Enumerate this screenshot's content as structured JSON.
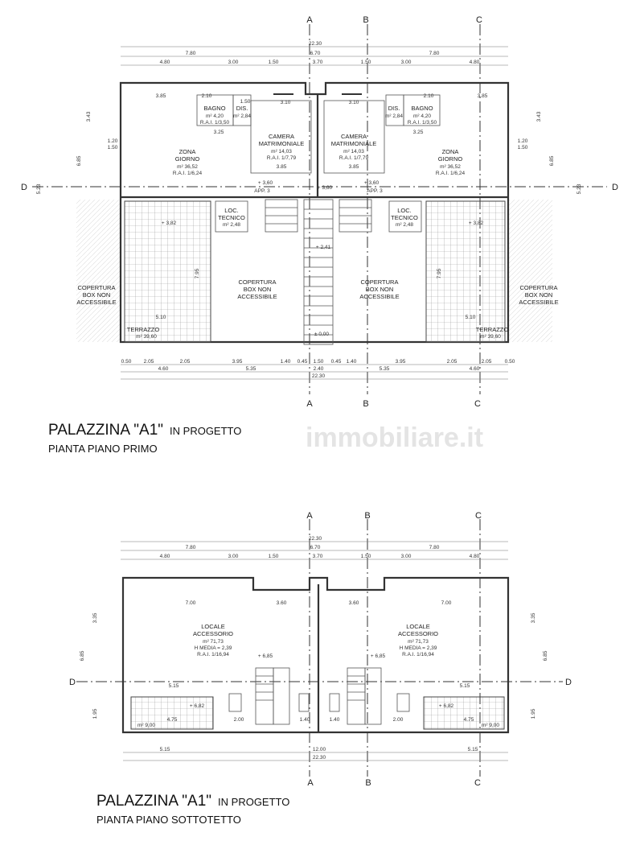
{
  "section_markers": {
    "a": "A",
    "b": "B",
    "c": "C",
    "d": "D"
  },
  "watermark": "immobiliare.it",
  "plan_first": {
    "title": "PALAZZINA \"A1\"",
    "title_suffix": "IN PROGETTO",
    "subtitle": "PIANTA PIANO PRIMO",
    "dims_top": {
      "total": "22.30",
      "center": "6.70",
      "left_half": "7.80",
      "right_half": "7.80",
      "row": [
        "4.80",
        "3.00",
        "1.50",
        "3.70",
        "1.50",
        "3.00",
        "4.80"
      ]
    },
    "dims_bottom": {
      "row1": [
        "0.50",
        "2.05",
        "2.05",
        "3.95",
        "1.40",
        "0.45",
        "1.50",
        "0.45",
        "1.40",
        "3.95",
        "2.05",
        "2.05",
        "0.50"
      ],
      "row2": [
        "4.60",
        "5.35",
        "2.40",
        "5.35",
        "4.60"
      ],
      "total": "22.30"
    },
    "rooms": {
      "bagno": {
        "name": "BAGNO",
        "area": "m² 4,20",
        "rai": "R.A.I. 1/3,50"
      },
      "dis": {
        "name": "DIS.",
        "area": "m² 2,84"
      },
      "camera": {
        "name1": "CAMERA",
        "name2": "MATRIMONIALE",
        "area": "m² 14,03",
        "rai": "R.A.I. 1/7,79"
      },
      "zona": {
        "name1": "ZONA",
        "name2": "GIORNO",
        "area": "m² 36,52",
        "rai": "R.A.I. 1/6,24"
      },
      "loc": {
        "name1": "LOC.",
        "name2": "TECNICO",
        "area": "m² 2,48"
      },
      "terrazzo": {
        "name": "TERRAZZO",
        "area": "m² 39,60"
      },
      "copertura": [
        "COPERTURA",
        "BOX NON",
        "ACCESSIBILE"
      ]
    },
    "levels": {
      "terrace": "+ 3,82",
      "landing": "+ 3,60",
      "stair_mid": "+ 2,41",
      "ground": "± 0,00",
      "app": "APP. 3"
    },
    "inner_dims": {
      "zona_w": "3.85",
      "bagno_w": "2.10",
      "dis_w": "1.50",
      "camera_top": "3.10",
      "bagno_bottom": "3.25",
      "camera_bottom": "3.85",
      "terr_w": "5.10",
      "terr_h": "7.95",
      "left_h": "3.43",
      "left_total": "6.85",
      "win": "1.20",
      "win2": "1.50",
      "d_right": "5.23"
    }
  },
  "plan_attic": {
    "title": "PALAZZINA \"A1\"",
    "title_suffix": "IN PROGETTO",
    "subtitle": "PIANTA PIANO SOTTOTETTO",
    "dims_top": {
      "total": "22.30",
      "center": "6.70",
      "left_half": "7.80",
      "right_half": "7.80",
      "row": [
        "4.80",
        "3.00",
        "1.50",
        "3.70",
        "1.50",
        "3.00",
        "4.80"
      ]
    },
    "dims_bottom": {
      "left": "5.15",
      "center": "12.00",
      "right": "5.15",
      "total": "22.30"
    },
    "rooms": {
      "locale": {
        "name1": "LOCALE",
        "name2": "ACCESSORIO",
        "area": "m² 71,73",
        "hmedia": "H MEDIA = 2,39",
        "rai": "R.A.I. 1/16,94"
      },
      "terrace_area": "m² 9,00"
    },
    "levels": {
      "floor": "+ 6,85",
      "terrace": "+ 6,82"
    },
    "inner_dims": {
      "w1": "7.00",
      "w2": "3.60",
      "t1": "5.15",
      "t2": "4.75",
      "s1": "2.00",
      "s2": "1.40",
      "h1": "3.35",
      "h2": "1.95",
      "total": "6.85"
    }
  }
}
